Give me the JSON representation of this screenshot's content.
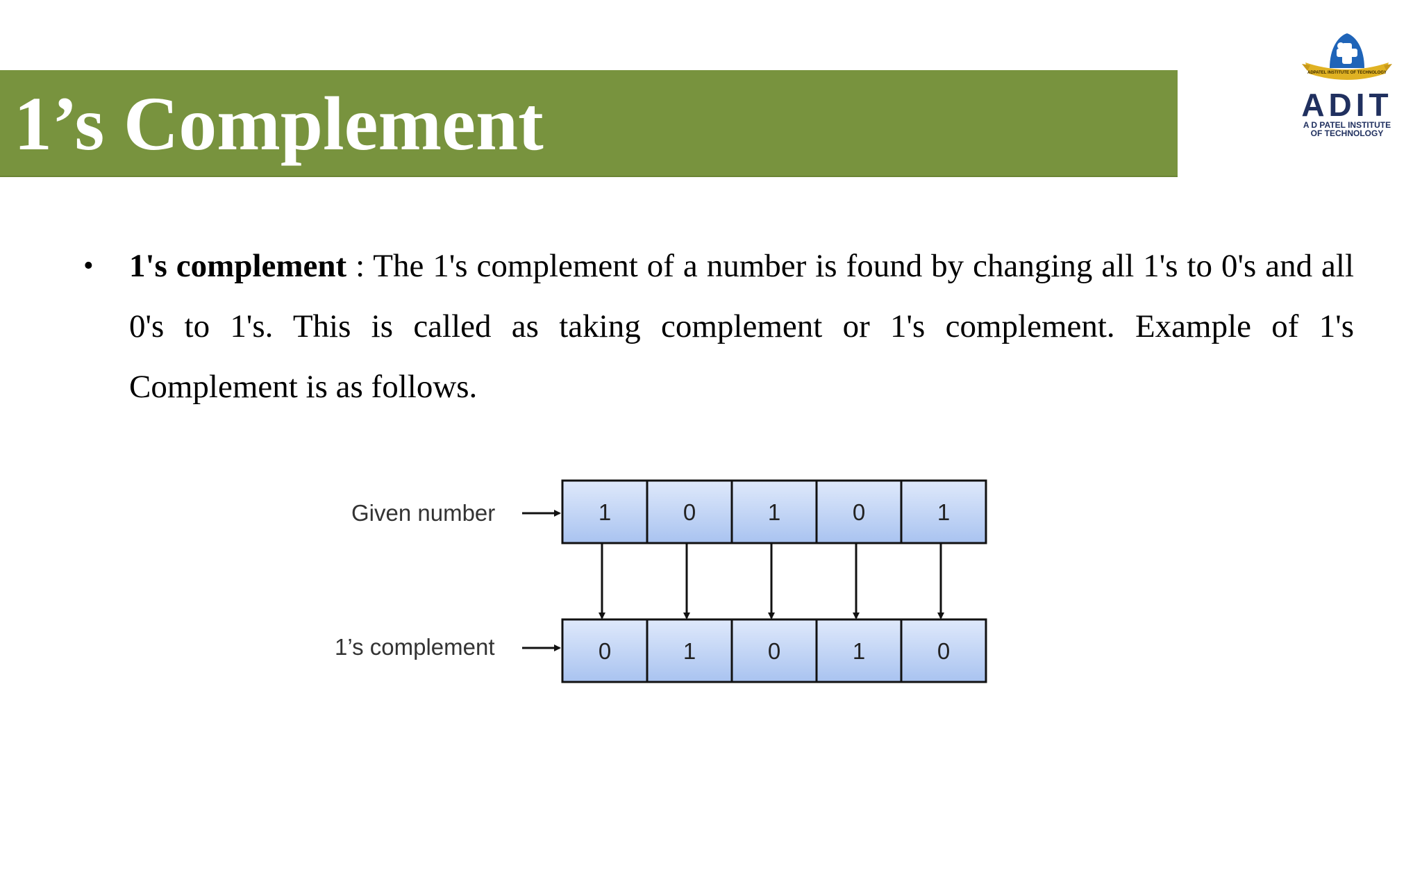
{
  "slide": {
    "title": "1’s Complement",
    "colors": {
      "title_band": "#78933e",
      "title_text": "#ffffff",
      "cell_fill_top": "#dfe9fb",
      "cell_fill_bottom": "#a9c3f0",
      "cell_border": "#111111"
    }
  },
  "logo": {
    "emblem_text": "ADPATEL INSTITUTE OF TECHNOLOGY",
    "word": "ADIT",
    "sub_line1": "A D PATEL INSTITUTE",
    "sub_line2": "OF TECHNOLOGY",
    "icon": "adit-emblem-icon",
    "colors": {
      "blue": "#1f64b8",
      "gold": "#e0b223",
      "navy": "#20305f"
    }
  },
  "bullet": {
    "term": "1's complement",
    "text": " : The 1's complement of a number is found by changing all 1's to 0's and all 0's to 1's. This is called as taking complement or 1's complement. Example of 1's Complement is as follows."
  },
  "diagram": {
    "given_label": "Given number",
    "complement_label": "1’s complement",
    "given_bits": [
      "1",
      "0",
      "1",
      "0",
      "1"
    ],
    "complement_bits": [
      "0",
      "1",
      "0",
      "1",
      "0"
    ]
  }
}
